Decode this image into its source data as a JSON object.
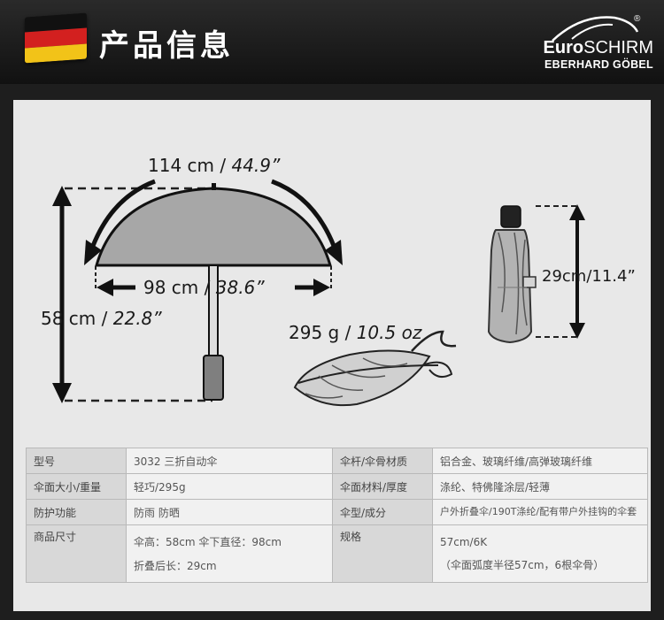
{
  "header": {
    "title": "产品信息",
    "brand_bold": "Euro",
    "brand_rest": "SCHIRM",
    "brand_sub": "EBERHARD GÖBEL",
    "registered": "®"
  },
  "flag": {
    "colors": [
      "#111111",
      "#d3201f",
      "#f2c318"
    ]
  },
  "diagram": {
    "arc_metric": "114 cm / ",
    "arc_imperial": "44.9”",
    "width_metric": "98 cm / ",
    "width_imperial": "38.6”",
    "height_metric": "58 cm / ",
    "height_imperial": "22.8”",
    "weight_metric": "295 g / ",
    "weight_imperial": "10.5 oz",
    "folded": "29cm/11.4”"
  },
  "specs": {
    "rows": [
      {
        "label1": "型号",
        "value1": "3032 三折自动伞",
        "label2": "伞杆/伞骨材质",
        "value2": "铝合金、玻璃纤维/高弹玻璃纤维"
      },
      {
        "label1": "伞面大小/重量",
        "value1": "轻巧/295g",
        "label2": "伞面材料/厚度",
        "value2": "涤纶、特佛隆涂层/轻薄"
      },
      {
        "label1": "防护功能",
        "value1": "防雨 防晒",
        "label2": "伞型/成分",
        "value2": "户外折叠伞/190T涤纶/配有带户外挂钩的伞套"
      },
      {
        "label1": "商品尺寸",
        "value1": "伞高：58cm 伞下直径：98cm",
        "value1b": "折叠后长：29cm",
        "label2": "规格",
        "value2": "57cm/6K",
        "value2b": "（伞面弧度半径57cm，6根伞骨）"
      }
    ]
  }
}
